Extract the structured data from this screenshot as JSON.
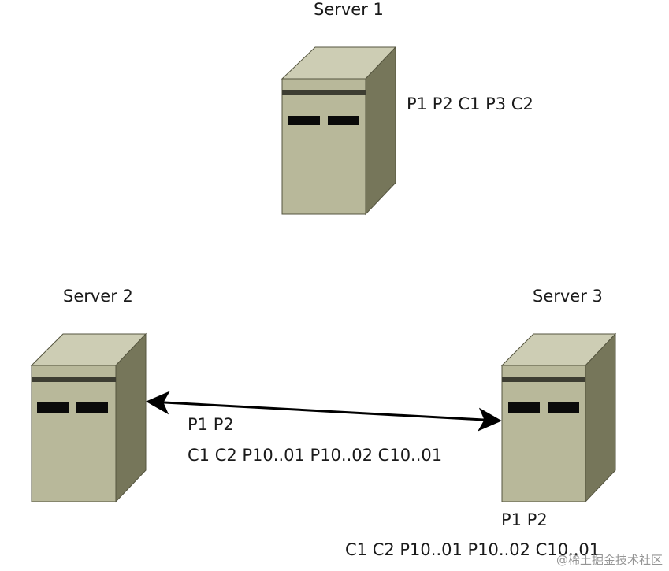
{
  "servers": [
    {
      "name": "Server 1",
      "log_lines": [
        "P1 P2 C1 P3 C2"
      ]
    },
    {
      "name": "Server 2",
      "log_lines": []
    },
    {
      "name": "Server 3",
      "log_lines": [
        "P1 P2",
        "C1 C2 P10..01 P10..02 C10..01"
      ]
    }
  ],
  "link": {
    "lines": [
      "P1 P2",
      "C1 C2 P10..01 P10..02 C10..01"
    ]
  },
  "watermark": "@稀土掘金技术社区",
  "colors": {
    "front": "#b8b89a",
    "top": "#cdcdb4",
    "side": "#76765a",
    "stripe": "#3d3d32",
    "slot": "#0a0a0a",
    "arrow": "#000000"
  }
}
